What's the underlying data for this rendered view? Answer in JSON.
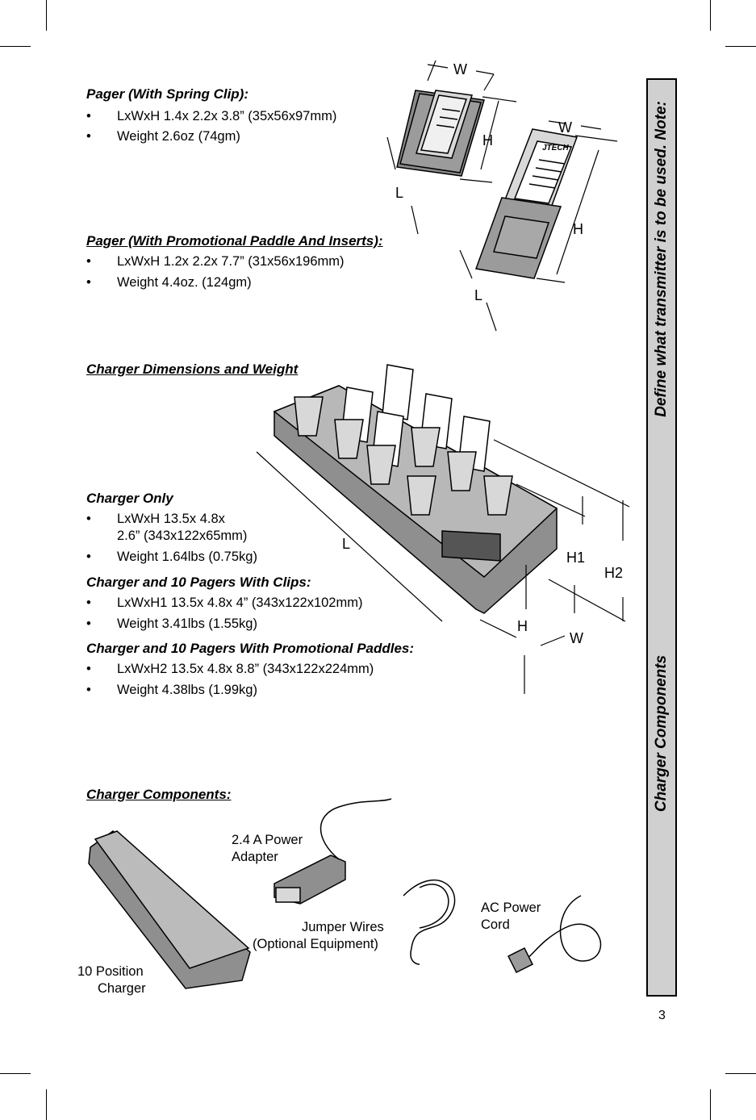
{
  "sidebar": {
    "top_text": "Define what transmitter is to be used. Note:",
    "bottom_text": "Charger Components"
  },
  "page_number": "3",
  "sections": {
    "pager_clip": {
      "heading": "Pager (With Spring Clip):",
      "items": [
        "LxWxH 1.4x 2.2x 3.8” (35x56x97mm)",
        "Weight  2.6oz (74gm)"
      ]
    },
    "pager_paddle": {
      "heading": "Pager (With Promotional Paddle And Inserts):",
      "items": [
        "LxWxH 1.2x 2.2x 7.7” (31x56x196mm)",
        "Weight  4.4oz. (124gm)"
      ]
    },
    "charger_dims": {
      "heading": "Charger Dimensions and Weight"
    },
    "charger_only": {
      "heading": "Charger Only",
      "item1_line1": "LxWxH 13.5x 4.8x",
      "item1_line2": "2.6” (343x122x65mm)",
      "item2": "Weight  1.64lbs  (0.75kg)"
    },
    "charger_clips": {
      "heading": "Charger and 10 Pagers With Clips:",
      "items": [
        "LxWxH1 13.5x 4.8x 4” (343x122x102mm)",
        "Weight 3.41lbs (1.55kg)"
      ]
    },
    "charger_paddles": {
      "heading": "Charger and 10 Pagers With Promotional Paddles:",
      "items": [
        "LxWxH2 13.5x 4.8x 8.8” (343x122x224mm)",
        "Weight 4.38lbs (1.99kg)"
      ]
    },
    "components": {
      "heading": "Charger Components:"
    }
  },
  "bullet_char": "•",
  "dimension_labels": {
    "pager1_w": "W",
    "pager1_h": "H",
    "pager1_l": "L",
    "pager2_w": "W",
    "pager2_h": "H",
    "pager2_l": "L",
    "pager2_brand": "JTECH",
    "charger_l": "L",
    "charger_h1": "H1",
    "charger_h2": "H2",
    "charger_h": "H",
    "charger_w": "W"
  },
  "component_labels": {
    "adapter_line1": "2.4 A Power",
    "adapter_line2": "Adapter",
    "jumper_line1": "Jumper Wires",
    "jumper_line2": "(Optional Equipment)",
    "cord_line1": "AC Power",
    "cord_line2": "Cord",
    "charger_line1": "10 Position",
    "charger_line2": "Charger"
  }
}
